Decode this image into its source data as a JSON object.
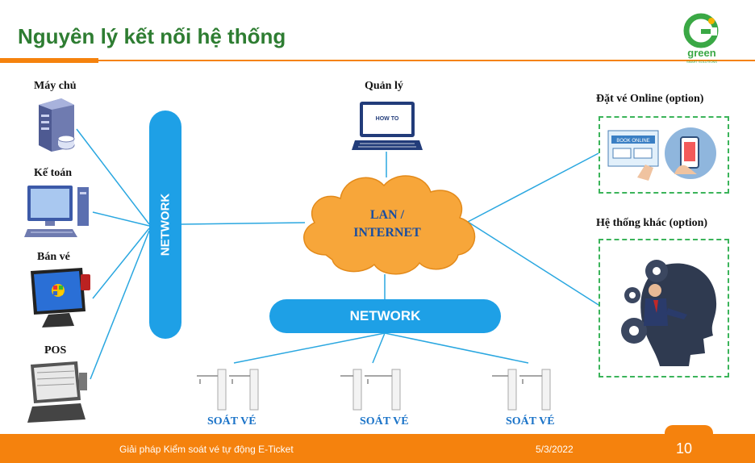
{
  "slide": {
    "title": "Nguyên lý kết nối hệ thống",
    "page_number": "10"
  },
  "logo": {
    "text": "green",
    "subtext": "SMART SOLUTIONS"
  },
  "devices": {
    "server": "Máy chủ",
    "accounting": "Kế toán",
    "ticket_sale": "Bán vé",
    "pos": "POS",
    "manager": "Quản lý"
  },
  "laptop_screen": "HOW TO",
  "network": {
    "vertical": "NETWORK",
    "horizontal": "NETWORK",
    "cloud_line1": "LAN /",
    "cloud_line2": "INTERNET"
  },
  "options": {
    "online_booking": "Đặt vé Online (option)",
    "online_booking_sign": "BOOK ONLINE",
    "other_systems": "Hệ thống khác (option)"
  },
  "gates": [
    "SOÁT VÉ",
    "SOÁT VÉ",
    "SOÁT VÉ"
  ],
  "footer": {
    "product": "Giải pháp Kiểm soát vé tự động E-Ticket",
    "date": "5/3/2022"
  },
  "colors": {
    "accent_orange": "#f5820d",
    "network_blue": "#1ea0e6",
    "title_green": "#2e7d32",
    "cloud_orange": "#f7a63a",
    "gate_label_blue": "#1a73c8"
  }
}
